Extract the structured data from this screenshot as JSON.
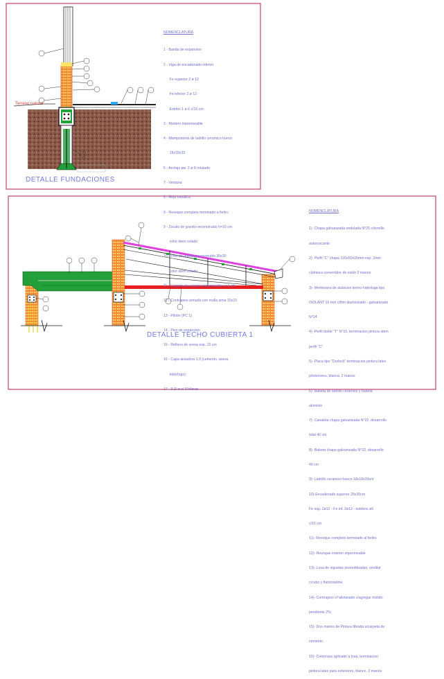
{
  "detail_1": {
    "caption": "DETALLE FUNDACIONES",
    "ground_label": "Terreno natural",
    "notes_title": "NOMENCLATURA",
    "notes": [
      "1 - Banda de expansion",
      "2 - Viga de encadenado inferior",
      "      Fe superior 2 ø 12",
      "      Fe inferior 2 ø 12",
      "      Estribo 1 ø 6 c/15 cm",
      "3 - Mortero impermeable",
      "4 - Mamposteria de ladrillo ceramico hueco",
      "      18x18x33",
      "5 - Anclaje øø. 2 ø 8 retulado",
      "7 - Ventana",
      "8 - Reja metalica",
      "9 - Revoque completo terminado a fieltro",
      "9 - Zocalo de granito reconstruido h=10 cm",
      "      color idem solado",
      "10 - Piso de granito reconstruido 30x30",
      "      color idem solado",
      "11 - Carpeta de asiento impermeable e=3 cm",
      "12 - Contrapiso armado con malla sima 15x15",
      "13 - Pilotin (PC 1)",
      "14 - Piso de expansion",
      "15 - Relleno de arena esp. 15 cm",
      "16 - Capa aisladora 1:3 (cemento, arena,",
      "      hidrofugo)",
      "17 - 3 Z/ ø c/ 3 hileras"
    ]
  },
  "detail_2": {
    "caption": "DETALLE TECHO CUBIERTA 1",
    "notes_title": "NOMENCLATURA",
    "notes": [
      "1)- Chapa galvanizada ondulada N°25 c/tornillo",
      "autoroscante",
      "2)- Perfil \"C\" chapa 100x50x15mm esp. 2mm",
      "c/pintura convertidor de oxido 2 manos",
      "3)- Membrana de aislacion termo-hidrofuga tipo",
      "ISOLANT 10 mm c/film aluminizado - galvanizado",
      "N°24",
      "4)- Perfil doble \"T\" N°16, terminacion pintura idem",
      "perfil \"C\"",
      "5)- Placa tipo \"Durlock\" terminacion pintura latex",
      "p/interiores, blanca, 2 manos",
      "6)- Babeta de ladrillo ceramico y babeta",
      "aluminio",
      "7)- Canaleta chapa galvanizada N°22, desarrollo",
      "total 40 cm",
      "8)- Babeta chapa galvanizada N°22, desarrollo",
      "40 cm",
      "9)- Ladrillo ceramico hueco 18x18x33cm",
      "10)-Encadenado superior 20x30cm",
      "Fe sup. 2ø12 - Fe inf. 2ø12 - estribos ø6",
      "c/15 cm",
      "11)- Revoque completo terminado al fieltro",
      "12)- Revoque exterior impermeable",
      "13)- Losa de viguetas premoldeadas, ventilar",
      "c/cubo y flatstoneline",
      "14)- Contrapiso H°alivianado c/agregar molido",
      "pendiente 2%",
      "15)- Dos manos de Pintura fibrada s/carpeta de",
      "cemento",
      "16)- Cielorraso aplicado a losa, terminacion",
      "pintura latex para exteriores, blanco, 2 manos"
    ]
  },
  "colors": {
    "frame": "#c0406a",
    "notes_text": "#6f6fd0",
    "brick": "#e06a2b",
    "slab_green": "#22a03a",
    "membrane_magenta": "#e040e0",
    "beam_red": "#e81e1e"
  }
}
